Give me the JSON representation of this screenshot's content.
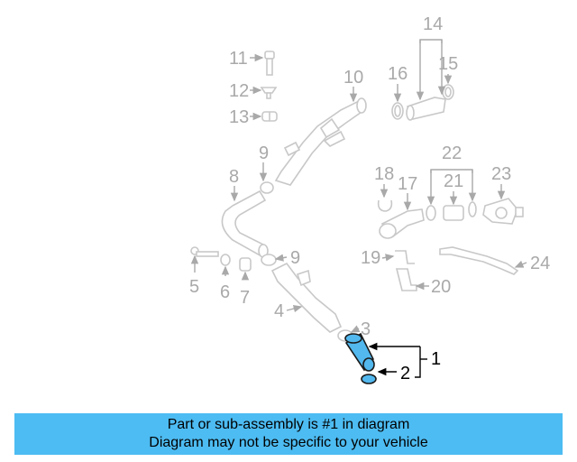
{
  "diagram": {
    "callouts": [
      "1",
      "2",
      "3",
      "4",
      "5",
      "6",
      "7",
      "8",
      "9",
      "10",
      "11",
      "12",
      "13",
      "14",
      "15",
      "16",
      "17",
      "18",
      "19",
      "20",
      "21",
      "22",
      "23",
      "24"
    ],
    "highlighted_part": "1",
    "colors": {
      "highlight_fill": "#52b8ee",
      "inactive_label": "#a9a9a9",
      "active_label": "#000000",
      "banner_bg": "#4dbcf2"
    }
  },
  "banner": {
    "line1": "Part or sub-assembly is #1 in diagram",
    "line2": "Diagram may not be specific to your vehicle"
  }
}
